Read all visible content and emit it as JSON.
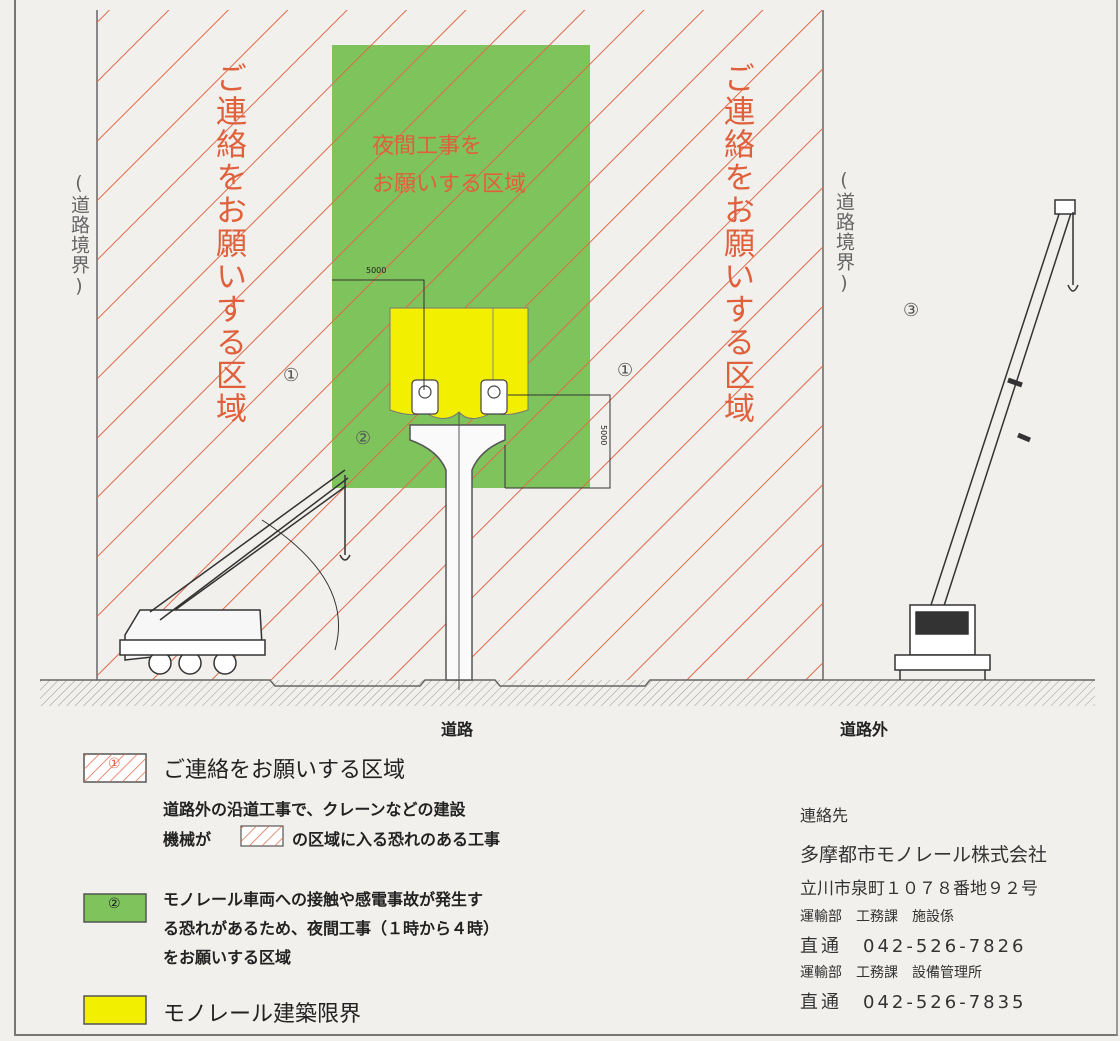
{
  "diagram": {
    "contact_zone_label": "ご連絡をお願いする区域",
    "night_zone_label_line1": "夜間工事を",
    "night_zone_label_line2": "お願いする区域",
    "road_boundary_left": "(道路境界)",
    "road_boundary_right": "(道路境界)",
    "zone_marker_1": "①",
    "zone_marker_2": "②",
    "zone_marker_3": "③",
    "dimension_horizontal": "5000",
    "dimension_vertical": "5000",
    "road_label": "道路",
    "off_road_label": "道路外"
  },
  "legend": {
    "item1_marker": "①",
    "item1_title": "ご連絡をお願いする区域",
    "item1_desc_line1": "道路外の沿道工事で、クレーンなどの建設",
    "item1_desc_line2_pre": "機械が",
    "item1_desc_line2_post": "の区域に入る恐れのある工事",
    "item2_marker": "②",
    "item2_line1": "モノレール車両への接触や感電事故が発生す",
    "item2_line2": "る恐れがあるため、夜間工事（１時から４時）",
    "item2_line3": "をお願いする区域",
    "item3_text": "モノレール建築限界"
  },
  "contact": {
    "heading": "連絡先",
    "company": "多摩都市モノレール株式会社",
    "address": "立川市泉町１０７８番地９２号",
    "dept1": "運輸部　工務課　施設係",
    "phone1": "直通　042-526-7826",
    "dept2": "運輸部　工務課　設備管理所",
    "phone2": "直通　042-526-7835"
  },
  "colors": {
    "hatch": "#e06a4a",
    "night_zone": "#7fc35d",
    "clearance": "#f2ef00"
  }
}
